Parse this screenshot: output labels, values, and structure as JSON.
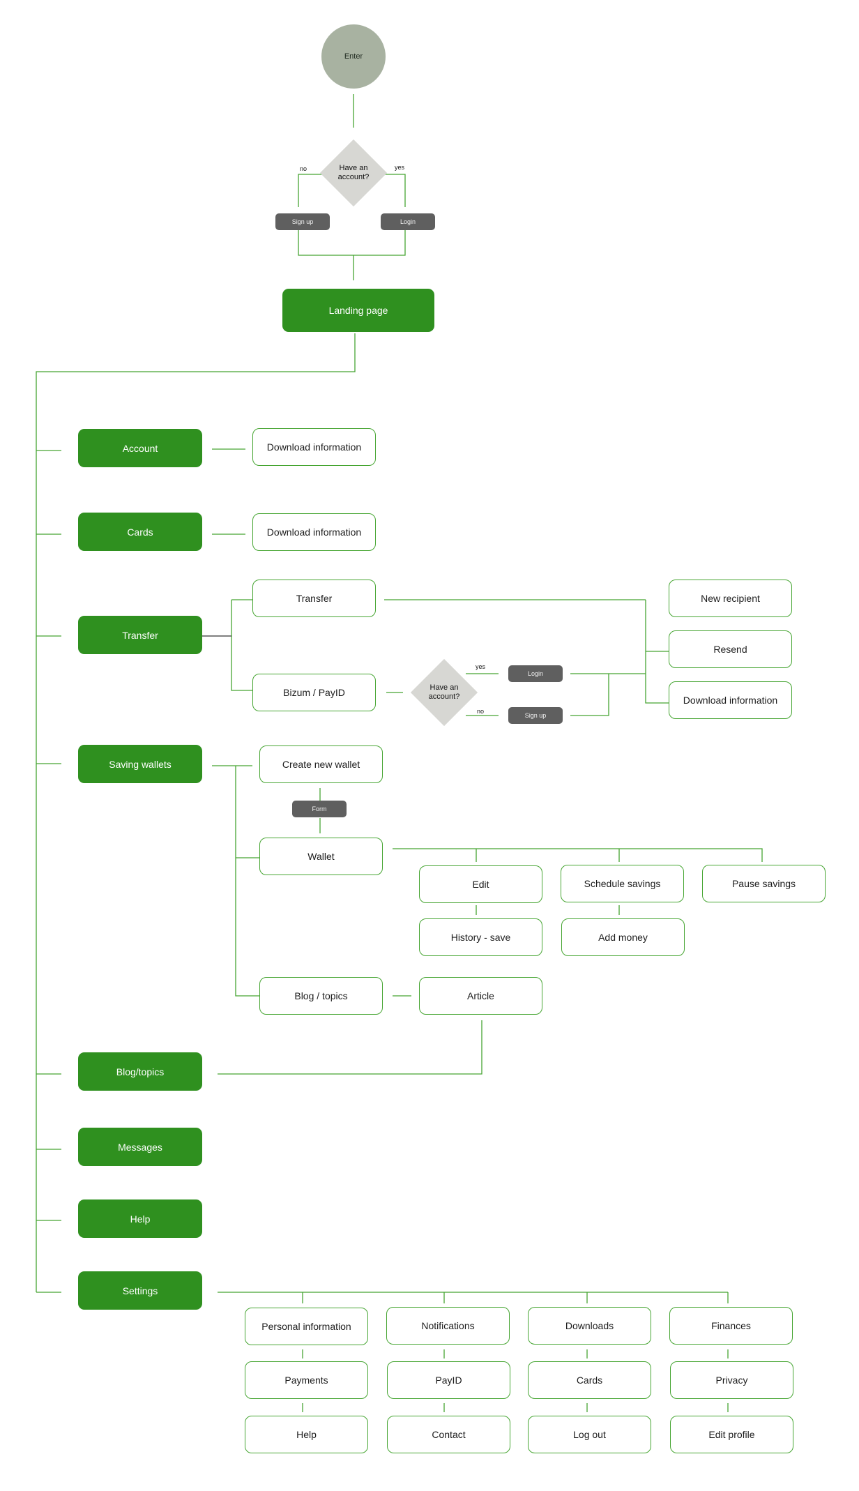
{
  "colors": {
    "line": "#46a532",
    "primary": "#2f901f",
    "action": "#5f5f5f",
    "start": "#a8b2a1",
    "decision": "#d7d7d3"
  },
  "start": {
    "label": "Enter"
  },
  "decision_login": {
    "text": "Have an account?",
    "no": "no",
    "yes": "yes"
  },
  "sign_up": "Sign up",
  "login": "Login",
  "landing": "Landing page",
  "sections": {
    "account": "Account",
    "cards": "Cards",
    "transfer": "Transfer",
    "saving_wallets": "Saving wallets",
    "blog": "Blog/topics",
    "messages": "Messages",
    "help": "Help",
    "settings": "Settings"
  },
  "account_download": "Download information",
  "cards_download": "Download information",
  "transfer_sub": {
    "transfer": "Transfer",
    "bizum": "Bizum / PayID",
    "decision": "Have an account?",
    "yes": "yes",
    "no": "no",
    "login": "Login",
    "sign_up": "Sign up",
    "new_recipient": "New recipient",
    "resend": "Resend",
    "download": "Download information"
  },
  "wallets_sub": {
    "create": "Create new wallet",
    "form": "Form",
    "wallet": "Wallet",
    "edit": "Edit",
    "history": "History - save",
    "schedule": "Schedule savings",
    "add_money": "Add money",
    "pause": "Pause savings",
    "blog_topics": "Blog / topics",
    "article": "Article"
  },
  "settings_sub": {
    "personal": "Personal information",
    "payments": "Payments",
    "help": "Help",
    "notifications": "Notifications",
    "payid": "PayID",
    "contact": "Contact",
    "downloads": "Downloads",
    "cards": "Cards",
    "logout": "Log out",
    "finances": "Finances",
    "privacy": "Privacy",
    "edit_profile": "Edit profile"
  }
}
